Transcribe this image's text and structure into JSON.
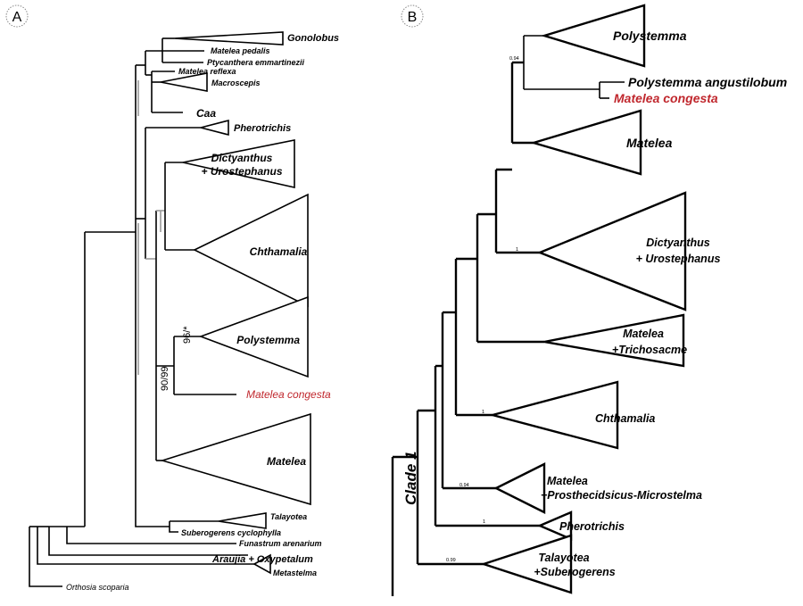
{
  "panels": {
    "a": "A",
    "b": "B"
  },
  "panel_a": {
    "taxa": {
      "gonolobus": "Gonolobus",
      "matelea_pedalis": "Matelea pedalis",
      "ptycanthera": "Ptycanthera emmartinezii",
      "matelea_reflexa": "Matelea reflexa",
      "macroscepis": "Macroscepis",
      "caa": "Caa",
      "pherotrichis": "Pherotrichis",
      "dictyanthus_1": "Dictyanthus",
      "dictyanthus_2": "+ Urostephanus",
      "chthamalia": "Chthamalia",
      "polystemma": "Polystemma",
      "matelea_congesta": "Matelea congesta",
      "matelea": "Matelea",
      "talayotea": "Talayotea",
      "suberogerens": "Suberogerens cyclophylla",
      "funastrum": "Funastrum arenarium",
      "araujia": "Araujia + Oxypetalum",
      "metastelma": "Metastelma",
      "orthosia": "Orthosia scoparia"
    },
    "support": {
      "s1": "96/*",
      "s2": "90/99"
    }
  },
  "panel_b": {
    "clade_label": "Clade 1",
    "taxa": {
      "polystemma": "Polystemma",
      "polystemma_angustilobum": "Polystemma angustilobum",
      "matelea_congesta": "Matelea congesta",
      "matelea": "Matelea",
      "dictyanthus_1": "Dictyanthus",
      "dictyanthus_2": "+ Urostephanus",
      "matelea_trich_1": "Matelea",
      "matelea_trich_2": "+Trichosacme",
      "chthamalia": "Chthamalia",
      "matelea_pros_1": "Matelea",
      "matelea_pros_2": "+Prosthecidsicus-Microstelma",
      "pherotrichis": "Pherotrichis",
      "talayotea_1": "Talayotea",
      "talayotea_2": "+Suberogerens"
    },
    "support": {
      "s094a": "0.94",
      "s1a": "1",
      "s1b": "1",
      "s094b": "0.94",
      "s1c": "1",
      "s099": "0.99"
    }
  },
  "colors": {
    "highlight": "#c0272d",
    "branch": "#000000",
    "weak_branch": "#9a9a9a"
  }
}
